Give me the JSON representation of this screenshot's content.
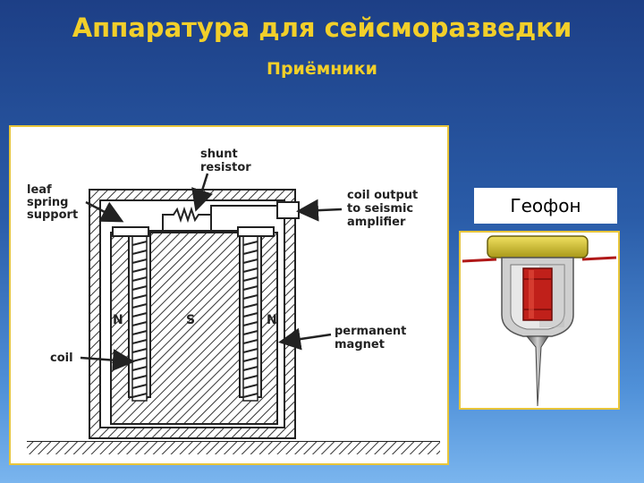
{
  "slide": {
    "title": "Аппаратура для сейсморазведки",
    "subtitle": "Приёмники"
  },
  "diagram": {
    "labels": {
      "shunt": [
        "shunt",
        "resistor"
      ],
      "leaf": [
        "leaf",
        "spring",
        "support"
      ],
      "coil_output": [
        "coil output",
        "to seismic",
        "amplifier"
      ],
      "permanent": [
        "permanent",
        "magnet"
      ],
      "coil": "coil",
      "pole_n_left": "N",
      "pole_s": "S",
      "pole_n_right": "N"
    }
  },
  "geophone": {
    "label": "Геофон"
  },
  "colors": {
    "title": "#f2cf2a",
    "frame_border": "#e8c53a",
    "coil_red": "#c0201a",
    "housing_yellow": "#d8c820"
  }
}
